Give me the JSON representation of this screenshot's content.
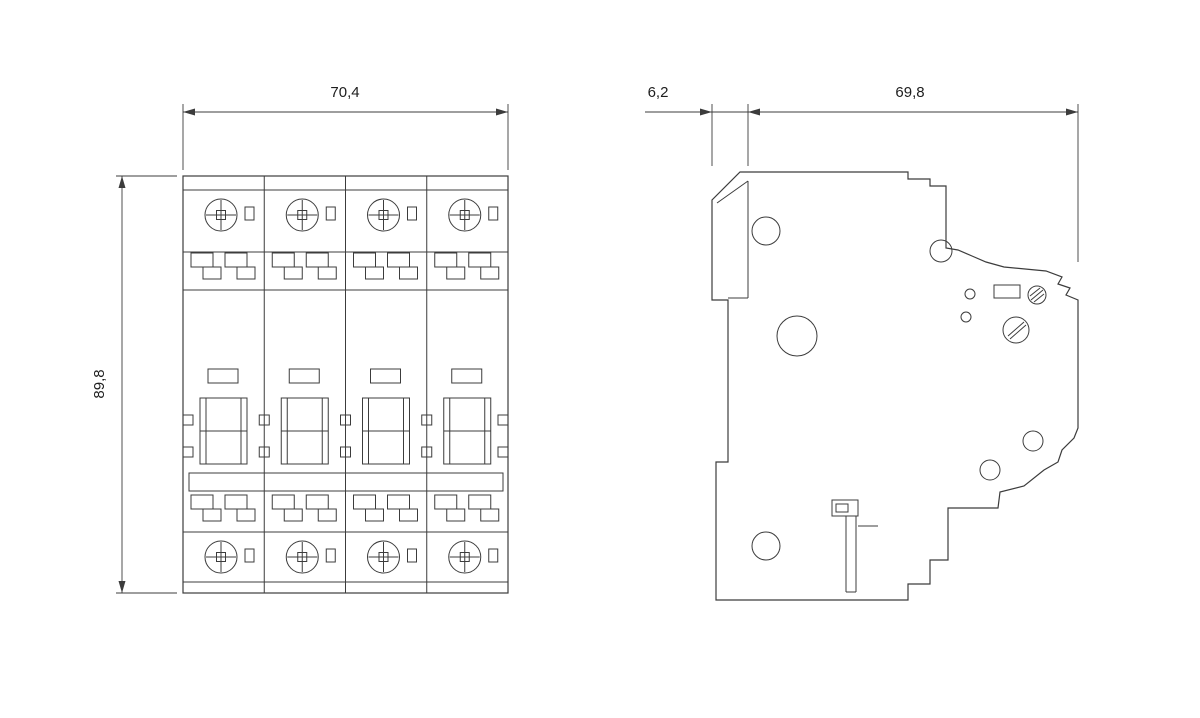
{
  "drawing": {
    "type": "technical-dimension-drawing",
    "background_color": "#ffffff",
    "line_color": "#3c3c3c",
    "dimensions": {
      "front_width": "70,4",
      "front_height": "89,8",
      "side_offset": "6,2",
      "side_depth": "69,8"
    }
  }
}
